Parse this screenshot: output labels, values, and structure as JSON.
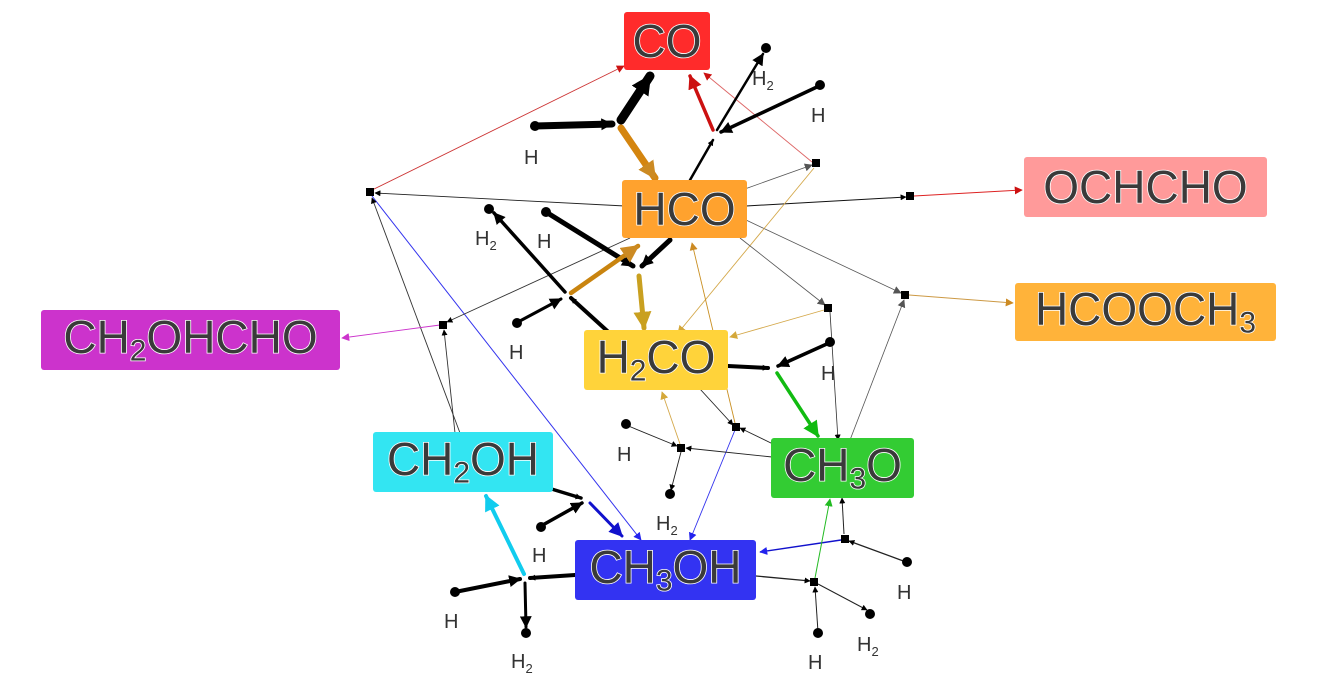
{
  "species": {
    "co": {
      "parts": [
        "CO"
      ],
      "color": "#ff2b2b"
    },
    "hco": {
      "parts": [
        "HCO"
      ],
      "color": "#ffa22e"
    },
    "ochcho": {
      "parts": [
        "OCHCHO"
      ],
      "color": "#ff9a9a"
    },
    "hcooch3": {
      "parts": [
        "HCOOCH",
        "3"
      ],
      "color": "#ffb33a"
    },
    "ch2ohcho": {
      "parts": [
        "CH",
        "2",
        "OHCHO"
      ],
      "color": "#cc33cc"
    },
    "h2co": {
      "parts": [
        "H",
        "2",
        "CO"
      ],
      "color": "#ffd33a"
    },
    "ch2oh": {
      "parts": [
        "CH",
        "2",
        "OH"
      ],
      "color": "#33e5f2"
    },
    "ch3o": {
      "parts": [
        "CH",
        "3",
        "O"
      ],
      "color": "#33cc33"
    },
    "ch3oh": {
      "parts": [
        "CH",
        "3",
        "OH"
      ],
      "color": "#3333f2"
    }
  },
  "reactant_labels": {
    "h": "H",
    "h2": [
      "H",
      "2"
    ]
  }
}
